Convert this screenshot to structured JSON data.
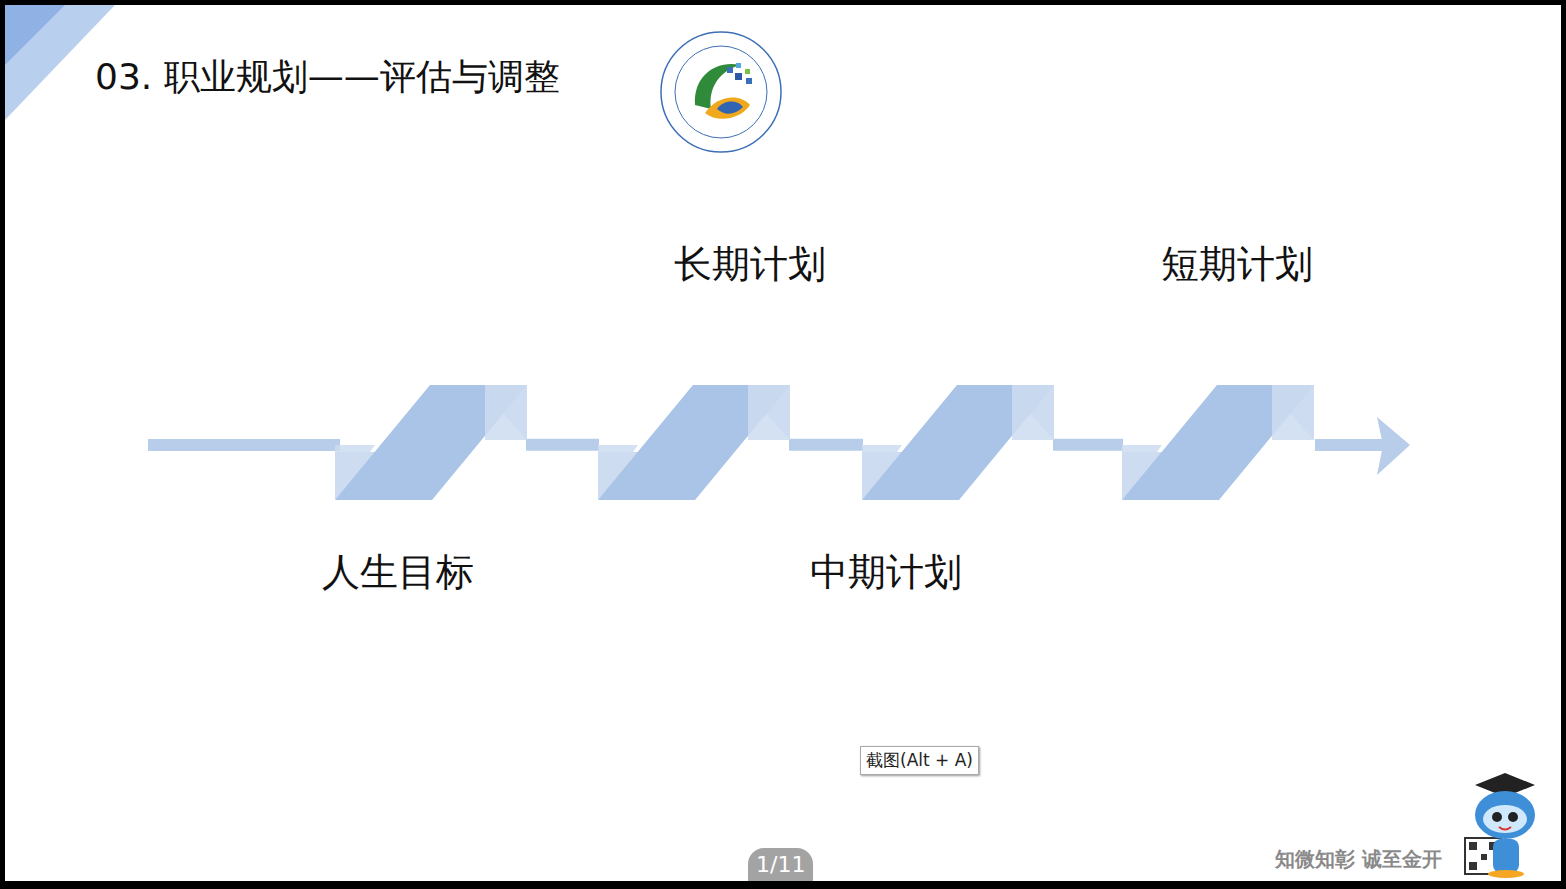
{
  "diagram": {
    "title": "03. 职业规划——评估与调整",
    "nodes": [
      {
        "text": [
          "人生目标"
        ]
      },
      {
        "text": [
          "长期计划"
        ]
      },
      {
        "text": [
          "中期计划"
        ]
      },
      {
        "text": [
          "短期计划"
        ]
      }
    ],
    "edges": [
      {
        "from": 0,
        "to": 1,
        "arrow": "none"
      },
      {
        "from": 1,
        "to": 2,
        "arrow": "none"
      },
      {
        "from": 2,
        "to": 3,
        "arrow": "none"
      }
    ],
    "labels": [
      "截图(Alt + A)",
      "1/11",
      "知微知彰 诚至金开"
    ]
  }
}
